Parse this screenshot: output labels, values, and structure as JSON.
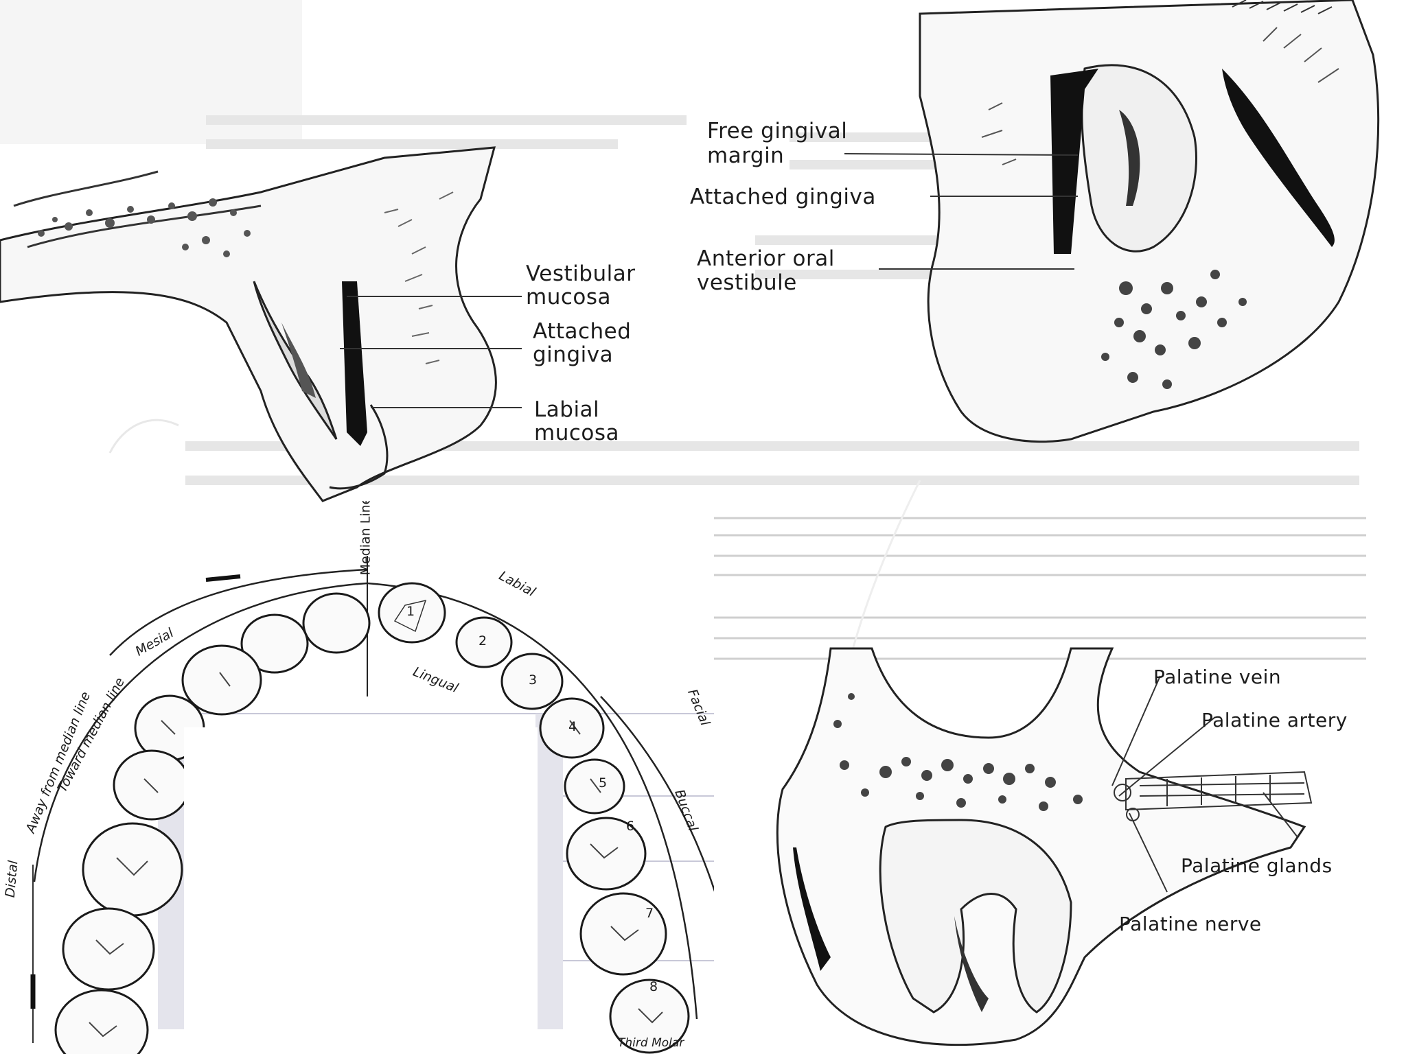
{
  "panel_top_left": {
    "labels": {
      "vestibular_mucosa_1": "Vestibular",
      "vestibular_mucosa_2": "mucosa",
      "attached_gingiva_1": "Attached",
      "attached_gingiva_2": "gingiva",
      "labial_mucosa_1": "Labial",
      "labial_mucosa_2": "mucosa"
    }
  },
  "panel_top_right": {
    "labels": {
      "free_gingival_1": "Free gingival",
      "free_gingival_2": "margin",
      "attached_gingiva": "Attached gingiva",
      "anterior_oral_1": "Anterior oral",
      "anterior_oral_2": "vestibule"
    }
  },
  "panel_arch": {
    "labels": {
      "median_line": "Median Line",
      "labial": "Labial",
      "lingual": "Lingual",
      "mesial": "Mesial",
      "facial": "Facial",
      "buccal": "Buccal",
      "toward_median": "Toward median line",
      "away_median": "Away from median line",
      "distal": "Distal",
      "third_molar": "Third Molar"
    },
    "tooth_numbers": [
      "1",
      "2",
      "3",
      "4",
      "5",
      "6",
      "7",
      "8"
    ]
  },
  "panel_bottom_right": {
    "labels": {
      "palatine_vein": "Palatine vein",
      "palatine_artery": "Palatine artery",
      "palatine_glands": "Palatine glands",
      "palatine_nerve": "Palatine nerve"
    }
  }
}
